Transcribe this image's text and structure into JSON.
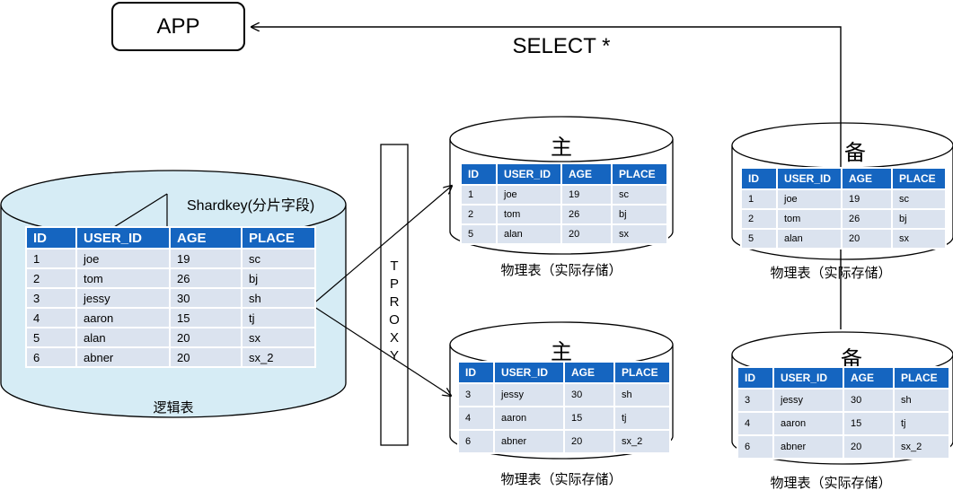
{
  "app": {
    "label": "APP"
  },
  "query": {
    "label": "SELECT *"
  },
  "proxy": {
    "letters": [
      "T",
      "P",
      "R",
      "O",
      "X",
      "Y"
    ]
  },
  "logical_table": {
    "shardkey_label": "Shardkey(分片字段)",
    "caption": "逻辑表",
    "columns": [
      "ID",
      "USER_ID",
      "AGE",
      "PLACE"
    ],
    "rows": [
      [
        "1",
        "joe",
        "19",
        "sc"
      ],
      [
        "2",
        "tom",
        "26",
        "bj"
      ],
      [
        "3",
        "jessy",
        "30",
        "sh"
      ],
      [
        "4",
        "aaron",
        "15",
        "tj"
      ],
      [
        "5",
        "alan",
        "20",
        "sx"
      ],
      [
        "6",
        "abner",
        "20",
        "sx_2"
      ]
    ]
  },
  "physical_tables": [
    {
      "role": "主",
      "caption": "物理表（实际存储）",
      "columns": [
        "ID",
        "USER_ID",
        "AGE",
        "PLACE"
      ],
      "rows": [
        [
          "1",
          "joe",
          "19",
          "sc"
        ],
        [
          "2",
          "tom",
          "26",
          "bj"
        ],
        [
          "5",
          "alan",
          "20",
          "sx"
        ]
      ]
    },
    {
      "role": "备",
      "caption": "物理表（实际存储）",
      "columns": [
        "ID",
        "USER_ID",
        "AGE",
        "PLACE"
      ],
      "rows": [
        [
          "1",
          "joe",
          "19",
          "sc"
        ],
        [
          "2",
          "tom",
          "26",
          "bj"
        ],
        [
          "5",
          "alan",
          "20",
          "sx"
        ]
      ]
    },
    {
      "role": "主",
      "caption": "物理表（实际存储）",
      "columns": [
        "ID",
        "USER_ID",
        "AGE",
        "PLACE"
      ],
      "rows": [
        [
          "3",
          "jessy",
          "30",
          "sh"
        ],
        [
          "4",
          "aaron",
          "15",
          "tj"
        ],
        [
          "6",
          "abner",
          "20",
          "sx_2"
        ]
      ]
    },
    {
      "role": "备",
      "caption": "物理表（实际存储）",
      "columns": [
        "ID",
        "USER_ID",
        "AGE",
        "PLACE"
      ],
      "rows": [
        [
          "3",
          "jessy",
          "30",
          "sh"
        ],
        [
          "4",
          "aaron",
          "15",
          "tj"
        ],
        [
          "6",
          "abner",
          "20",
          "sx_2"
        ]
      ]
    }
  ],
  "colors": {
    "header_bg": "#1565c0",
    "cell_bg": "#dbe3ef",
    "logical_cylinder_fill": "#d6ecf5"
  }
}
